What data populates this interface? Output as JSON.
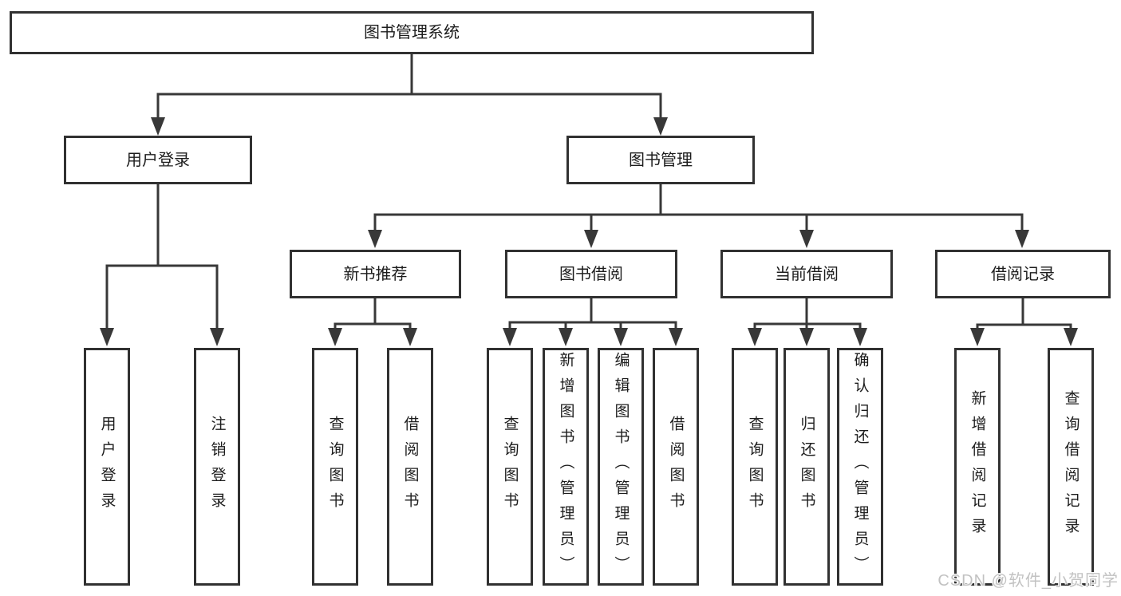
{
  "colors": {
    "background": "#ffffff",
    "line": "#383838",
    "box_border": "#313131",
    "box_fill": "#ffffff",
    "text": "#1c1c1c",
    "watermark_text": "#c2c2c2"
  },
  "tree": {
    "root": {
      "label": "图书管理系统"
    },
    "branches": [
      {
        "label": "用户登录",
        "children": [
          {
            "label": "用户登录"
          },
          {
            "label": "注销登录"
          }
        ]
      },
      {
        "label": "图书管理",
        "children": [
          {
            "label": "新书推荐",
            "children": [
              {
                "label": "查询图书"
              },
              {
                "label": "借阅图书"
              }
            ]
          },
          {
            "label": "图书借阅",
            "children": [
              {
                "label": "查询图书"
              },
              {
                "label": "新增图书（管理员）"
              },
              {
                "label": "编辑图书（管理员）"
              },
              {
                "label": "借阅图书"
              }
            ]
          },
          {
            "label": "当前借阅",
            "children": [
              {
                "label": "查询图书"
              },
              {
                "label": "归还图书"
              },
              {
                "label": "确认归还（管理员）"
              }
            ]
          },
          {
            "label": "借阅记录",
            "children": [
              {
                "label": "新增借阅记录"
              },
              {
                "label": "查询借阅记录"
              }
            ]
          }
        ]
      }
    ]
  },
  "watermark": {
    "text": "CSDN @软件_小贺同学"
  }
}
